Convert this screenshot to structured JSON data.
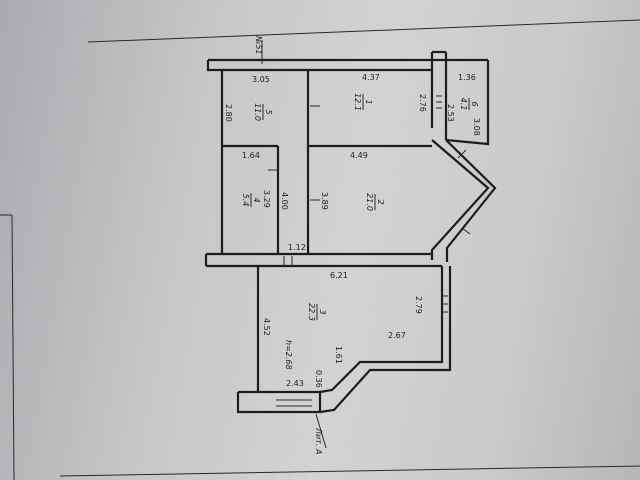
{
  "plan": {
    "marker_top": "№51",
    "litera": "Лит. А",
    "ceiling_height": "h=2.68",
    "rooms": [
      {
        "number": "1",
        "area": "12.1"
      },
      {
        "number": "2",
        "area": "21.0"
      },
      {
        "number": "3",
        "area": "22.3"
      },
      {
        "number": "4",
        "area": "5.4"
      },
      {
        "number": "5",
        "area": "11.0"
      },
      {
        "number": "6",
        "area": "4.1"
      }
    ],
    "dimensions": {
      "d_305": "3.05",
      "d_437": "4.37",
      "d_136": "1.36",
      "d_280": "2.80",
      "d_276": "2.76",
      "d_253": "2.53",
      "d_308": "3.08",
      "d_164": "1.64",
      "d_449": "4.49",
      "d_329": "3.29",
      "d_400": "4.00",
      "d_389": "3.89",
      "d_112": "1.12",
      "d_621": "6.21",
      "d_279": "2.79",
      "d_452": "4.52",
      "d_267": "2.67",
      "d_161": "1.61",
      "d_036": "0.36",
      "d_243": "2.43"
    }
  },
  "colors": {
    "paper": "#c6c7c9",
    "ink": "#1d1d1f"
  }
}
